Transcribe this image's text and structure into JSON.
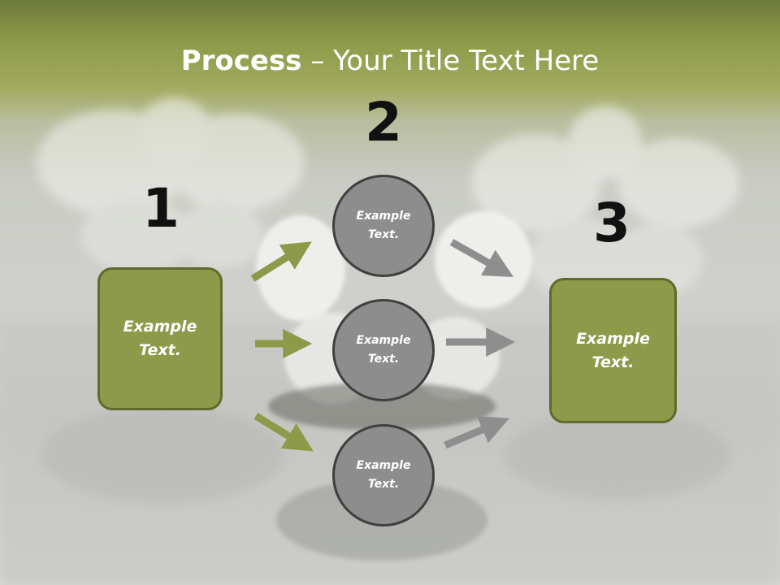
{
  "title": {
    "bold": "Process",
    "rest": " – Your Title Text Here"
  },
  "steps": [
    {
      "number": "1",
      "label": "Example\nText."
    },
    {
      "number": "2"
    },
    {
      "number": "3",
      "label": "Example\nText."
    }
  ],
  "circles": [
    {
      "label": "Example\nText."
    },
    {
      "label": "Example\nText."
    },
    {
      "label": "Example\nText."
    }
  ],
  "colors": {
    "box_fill": "#8c9a4a",
    "box_border": "#5f6a2c",
    "circle_fill": "#8d8d8d",
    "circle_border": "#3f3f3f",
    "arrow_green": "#8c9a4a",
    "arrow_gray": "#8e8e8e",
    "header": "#6e7a3a"
  }
}
